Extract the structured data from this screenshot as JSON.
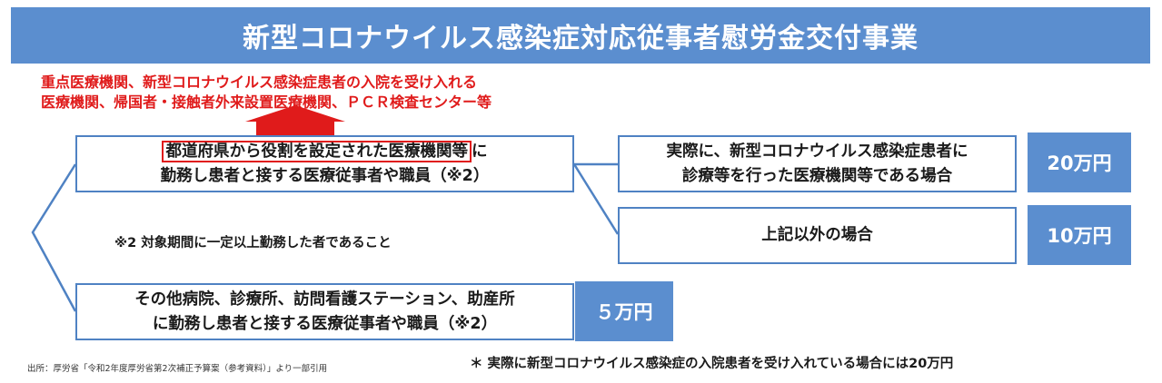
{
  "title": "新型コロナウイルス感染症対応従事者慰労金交付事業",
  "red_note": {
    "line1": "重点医療機関、新型コロナウイルス感染症患者の入院を受け入れる",
    "line2": "医療機関、帰国者・接触者外来設置医療機関、ＰＣＲ検査センター等"
  },
  "branch_top": {
    "highlight": "都道府県から役割を設定された医療機関等",
    "line1_rest": "に",
    "line2": "勤務し患者と接する医療従事者や職員（※2）"
  },
  "note_2": "※2 対象期間に一定以上勤務した者であること",
  "sub_case_a": {
    "line1": "実際に、新型コロナウイルス感染症患者に",
    "line2": "診療等を行った医療機関等である場合",
    "amount": "20万円"
  },
  "sub_case_b": {
    "label": "上記以外の場合",
    "amount": "10万円"
  },
  "branch_bottom": {
    "line1": "その他病院、診療所、訪問看護ステーション、助産所",
    "line2": "に勤務し患者と接する医療従事者や職員（※2）",
    "amount": "５万円"
  },
  "source": "出所：厚労省「令和2年度厚労省第2次補正予算案（参考資料）」より一部引用",
  "footnote": "＊ 実際に新型コロナウイルス感染症の入院患者を受け入れている場合には20万円",
  "colors": {
    "title_bg": "#5b8ecf",
    "box_border": "#4f82c3",
    "connector": "#4f82c3",
    "accent_red": "#e01b1b",
    "amount_bg": "#5b8ecf"
  }
}
